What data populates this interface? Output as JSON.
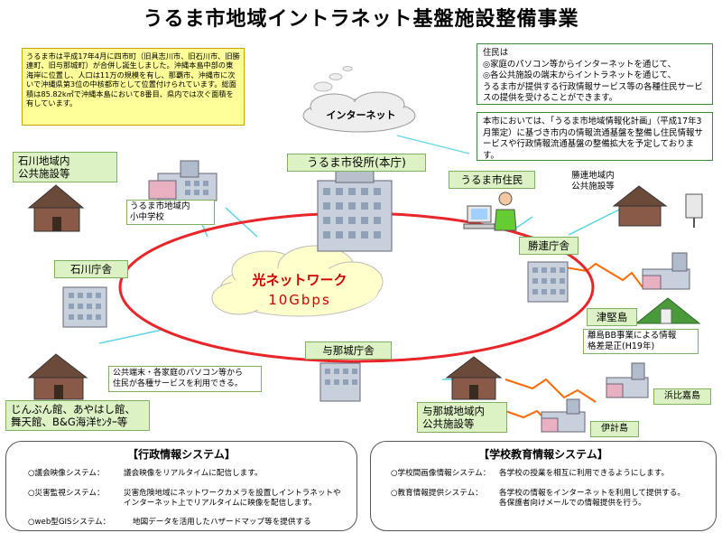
{
  "title": "うるま市地域イントラネット基盤施設整備事業",
  "intro_text": "うるま市は平成17年4月に四市町（旧具志川市、旧石川市、旧勝連町、旧与那城町）が合併し誕生しました。沖縄本島中部の東海岸に位置し、人口は11万の規模を有し、那覇市、沖縄市に次いで沖縄県第3位の中核都市として位置付けられています。総面積は85.82k㎡で沖縄本島において8番目、県内では次ぐ面積を有しています。",
  "residents_box": {
    "lines": [
      "住民は",
      "◎家庭のパソコン等からインターネットを通じて、",
      "◎各公共施設の端末からイントラネットを通じて、",
      "うるま市が提供する行政情報サービス等の各種住民サービスの提供を受けることができます。"
    ]
  },
  "plan_box": {
    "text": "本市においては、「うるま市地域情報化計画」（平成17年3月策定）に基づき市内の情報流通基盤を整備し住民情報サービスや行政情報流通基盤の整備拡大を予定しております。"
  },
  "internet_label": "インターネット",
  "network_label": "光ネットワーク",
  "network_speed": "10Gbps",
  "nodes": {
    "city_hall": "うるま市役所(本庁)",
    "residents": "うるま市住民",
    "ishikawa_facilities": "石川地域内\n公共施設等",
    "schools": "うるま市地域内\n小中学校",
    "ishikawa_office": "石川庁舎",
    "katsuren_facilities": "勝連地域内\n公共施設等",
    "katsuren_office": "勝連庁舎",
    "tsuken": "津堅島",
    "remote_island": "離島BB事業による情報\n格差是正(H19年)",
    "yonashiro_office": "与那城庁舎",
    "yonashiro_facilities": "与那城地域内\n公共施設等",
    "hamahiga": "浜比嘉島",
    "ikei": "伊計島",
    "public_terminal": "公共端末・各家庭のパソコン等から\n住民が各種サービスを利用できる。",
    "gushikawa_facilities": "じんぶん館、あやはし館、\n舞天館、B&G海洋ｾﾝﾀｰ等"
  },
  "admin_panel": {
    "title": "【行政情報システム】",
    "items": [
      {
        "name": "○議会映像システム：",
        "desc": "議会映像をリアルタイムに配信します。"
      },
      {
        "name": "○災害監視システム：",
        "desc": "災害危険地域にネットワークカメラを設置しイントラネットや\nインターネット上でリアルタイムに映像を配信します。"
      },
      {
        "name": "○web型GISシステム：",
        "desc": "地図データを活用したハザードマップ等を提供する"
      }
    ]
  },
  "school_panel": {
    "title": "【学校教育情報システム】",
    "items": [
      {
        "name": "○学校間画像情報システム：",
        "desc": "各学校の授業を相互に利用できるようにします。"
      },
      {
        "name": "○教育情報提供システム：",
        "desc": "各学校の情報をインターネットを利用して提供する。\n各保護者向けメールでの情報提供を行う。"
      }
    ]
  },
  "colors": {
    "ring": "#e8262a",
    "link": "#5bd3e8",
    "island_link": "#ff6a00",
    "label_bg": "#ddf2c4",
    "cloud": "#ffffcc"
  }
}
